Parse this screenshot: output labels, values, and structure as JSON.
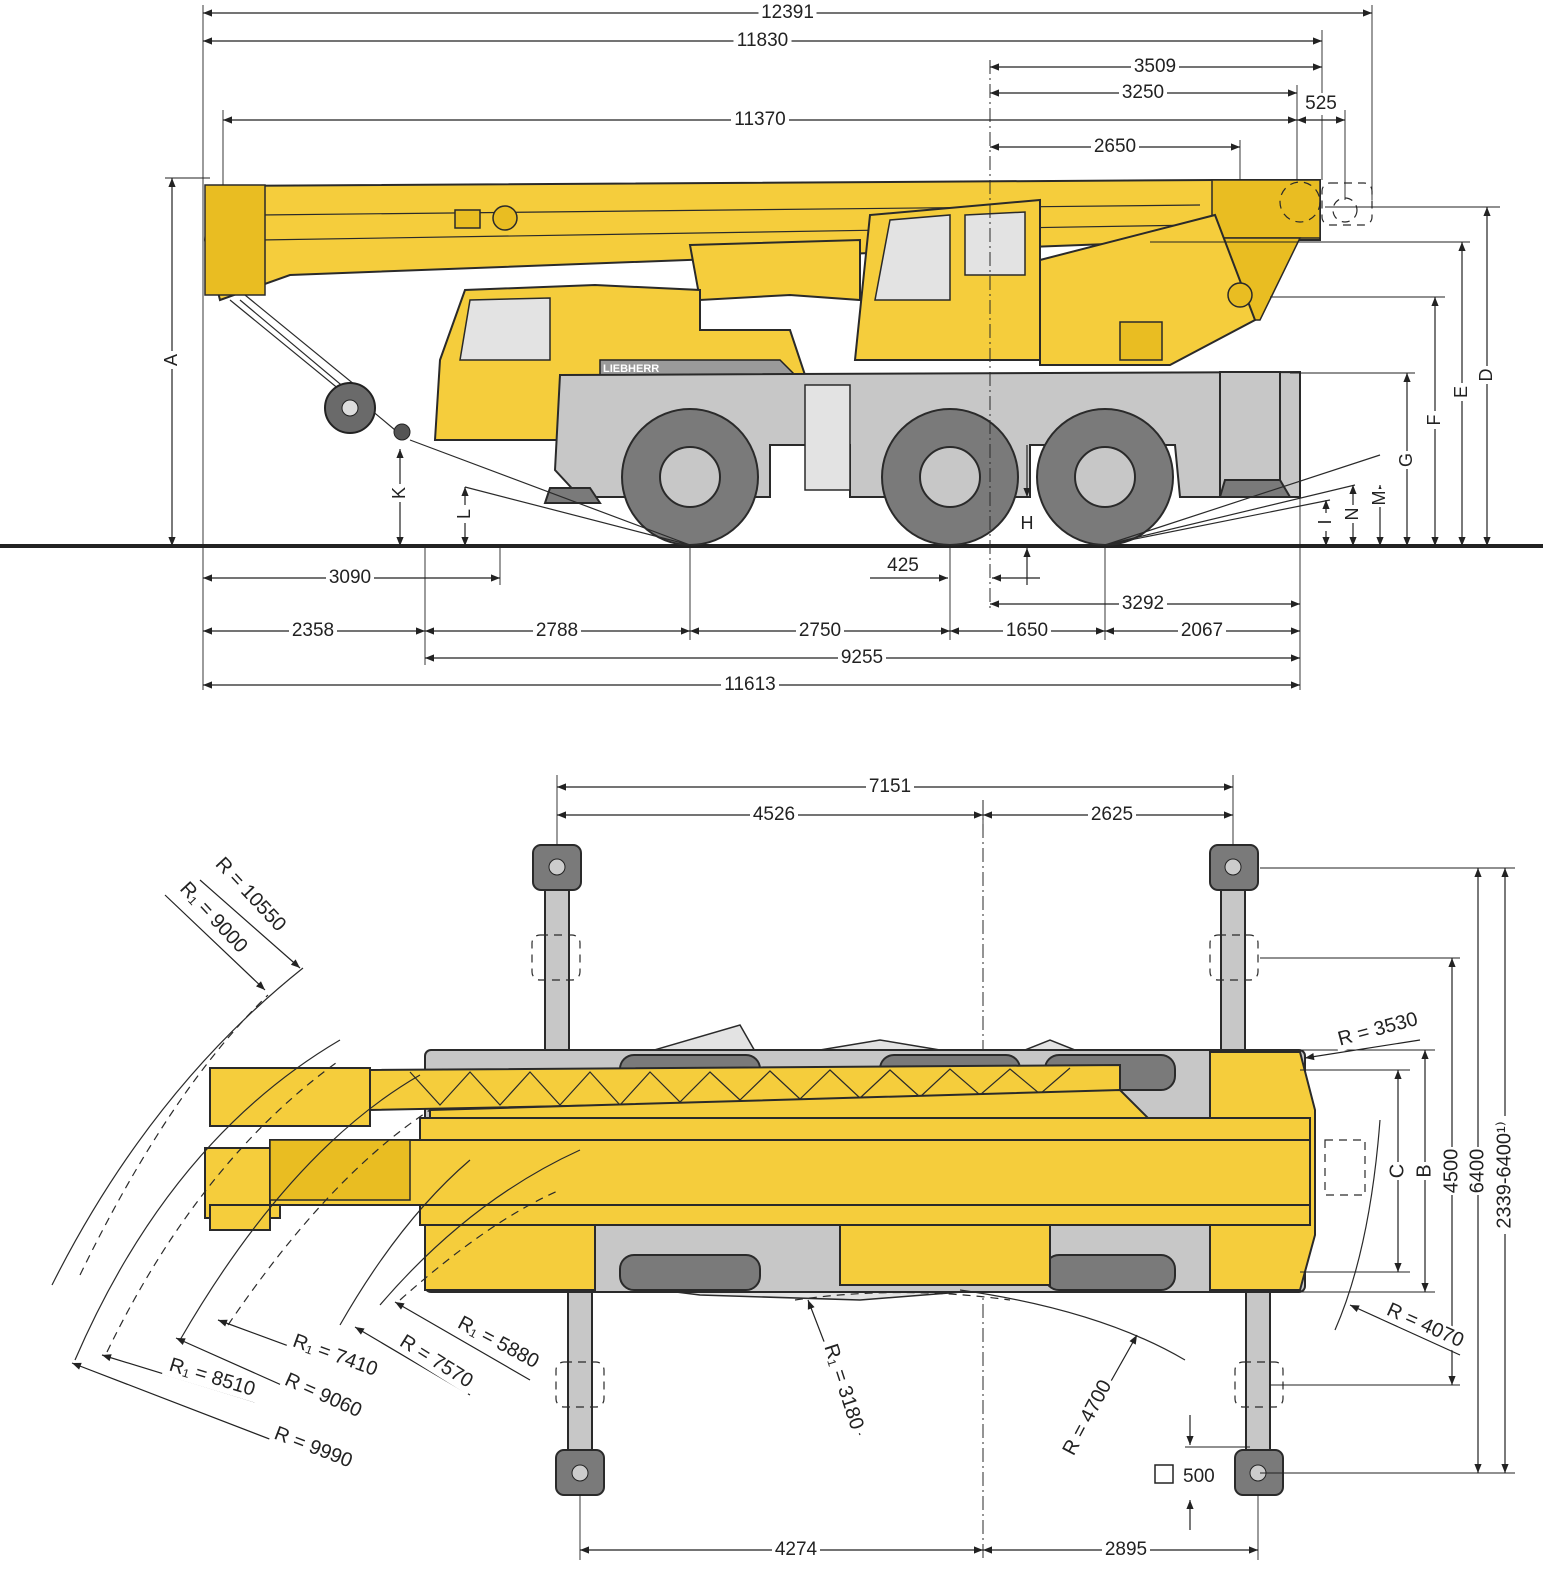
{
  "brand": "LIEBHERR",
  "side_view": {
    "dims": {
      "overall_max": "12391",
      "overall_boom": "11830",
      "rear_3509": "3509",
      "rear_3250": "3250",
      "tail_525": "525",
      "boom_11370": "11370",
      "rear_2650": "2650",
      "front_3090": "3090",
      "center_425": "425",
      "rear_3292": "3292",
      "front_overhang": "2358",
      "axle_1_2": "2788",
      "axle_2_3": "2750",
      "axle_3_4": "1650",
      "rear_overhang": "2067",
      "wheelbase_total": "9255",
      "overall_length": "11613"
    },
    "letters": {
      "A": "A",
      "D": "D",
      "E": "E",
      "F": "F",
      "G": "G",
      "H": "H",
      "I": "I",
      "K": "K",
      "L": "L",
      "M": "M",
      "N": "N"
    }
  },
  "top_view": {
    "dims": {
      "outrigger_front_rear": "7151",
      "front_to_center": "4526",
      "center_to_rear": "2625",
      "lower_front_to_center": "4274",
      "lower_center_to_rear": "2895",
      "pad_size": "500",
      "width_C": "C",
      "width_B": "B",
      "width_4500": "4500",
      "width_6400": "6400",
      "width_range": "2339-6400¹⁾"
    },
    "radii": {
      "r_10550": "R = 10550",
      "r1_9000": "R₁ = 9000",
      "r_3530": "R = 3530",
      "r_4070": "R = 4070",
      "r1_5880": "R₁ = 5880",
      "r_7570": "R = 7570",
      "r1_7410": "R₁ = 7410",
      "r_9060": "R = 9060",
      "r1_8510": "R₁ = 8510",
      "r_9990": "R = 9990",
      "r1_3180": "R₁ = 3180",
      "r_4700": "R = 4700"
    }
  },
  "colors": {
    "crane_yellow": "#f5cd3c",
    "chassis_gray": "#c7c7c7",
    "tire_gray": "#7a7a7a"
  }
}
